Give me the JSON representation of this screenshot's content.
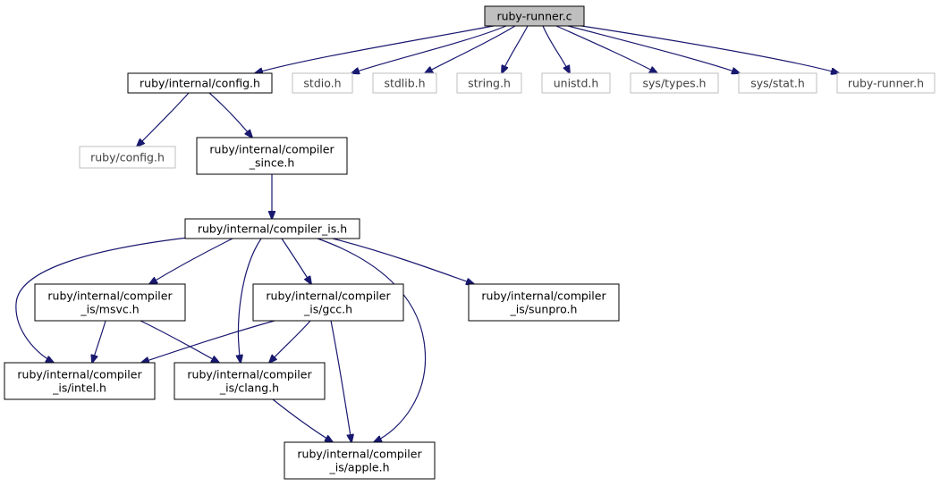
{
  "colors": {
    "edge": "#191970",
    "border_internal": "#000000",
    "border_external": "#bfbfbf",
    "root_fill": "#bfbfbf",
    "text_internal": "#000000",
    "text_external": "#404040"
  },
  "nodes": [
    {
      "id": "root",
      "lines": [
        "ruby-runner.c"
      ],
      "kind": "root"
    },
    {
      "id": "config",
      "lines": [
        "ruby/internal/config.h"
      ],
      "kind": "internal"
    },
    {
      "id": "stdio",
      "lines": [
        "stdio.h"
      ],
      "kind": "external"
    },
    {
      "id": "stdlib",
      "lines": [
        "stdlib.h"
      ],
      "kind": "external"
    },
    {
      "id": "string",
      "lines": [
        "string.h"
      ],
      "kind": "external"
    },
    {
      "id": "unistd",
      "lines": [
        "unistd.h"
      ],
      "kind": "external"
    },
    {
      "id": "systypes",
      "lines": [
        "sys/types.h"
      ],
      "kind": "external"
    },
    {
      "id": "sysstat",
      "lines": [
        "sys/stat.h"
      ],
      "kind": "external"
    },
    {
      "id": "rubyrunnerh",
      "lines": [
        "ruby-runner.h"
      ],
      "kind": "external"
    },
    {
      "id": "rubyconfig",
      "lines": [
        "ruby/config.h"
      ],
      "kind": "external"
    },
    {
      "id": "since",
      "lines": [
        "ruby/internal/compiler",
        "_since.h"
      ],
      "kind": "internal"
    },
    {
      "id": "is",
      "lines": [
        "ruby/internal/compiler_is.h"
      ],
      "kind": "internal"
    },
    {
      "id": "msvc",
      "lines": [
        "ruby/internal/compiler",
        "_is/msvc.h"
      ],
      "kind": "internal"
    },
    {
      "id": "gcc",
      "lines": [
        "ruby/internal/compiler",
        "_is/gcc.h"
      ],
      "kind": "internal"
    },
    {
      "id": "sunpro",
      "lines": [
        "ruby/internal/compiler",
        "_is/sunpro.h"
      ],
      "kind": "internal"
    },
    {
      "id": "intel",
      "lines": [
        "ruby/internal/compiler",
        "_is/intel.h"
      ],
      "kind": "internal"
    },
    {
      "id": "clang",
      "lines": [
        "ruby/internal/compiler",
        "_is/clang.h"
      ],
      "kind": "internal"
    },
    {
      "id": "apple",
      "lines": [
        "ruby/internal/compiler",
        "_is/apple.h"
      ],
      "kind": "internal"
    }
  ],
  "edges": [
    [
      "root",
      "config"
    ],
    [
      "root",
      "stdio"
    ],
    [
      "root",
      "stdlib"
    ],
    [
      "root",
      "string"
    ],
    [
      "root",
      "unistd"
    ],
    [
      "root",
      "systypes"
    ],
    [
      "root",
      "sysstat"
    ],
    [
      "root",
      "rubyrunnerh"
    ],
    [
      "config",
      "rubyconfig"
    ],
    [
      "config",
      "since"
    ],
    [
      "since",
      "is"
    ],
    [
      "is",
      "intel"
    ],
    [
      "is",
      "msvc"
    ],
    [
      "is",
      "clang"
    ],
    [
      "is",
      "gcc"
    ],
    [
      "is",
      "apple"
    ],
    [
      "is",
      "sunpro"
    ],
    [
      "msvc",
      "intel"
    ],
    [
      "msvc",
      "clang"
    ],
    [
      "gcc",
      "intel"
    ],
    [
      "gcc",
      "clang"
    ],
    [
      "gcc",
      "apple"
    ],
    [
      "clang",
      "apple"
    ]
  ]
}
